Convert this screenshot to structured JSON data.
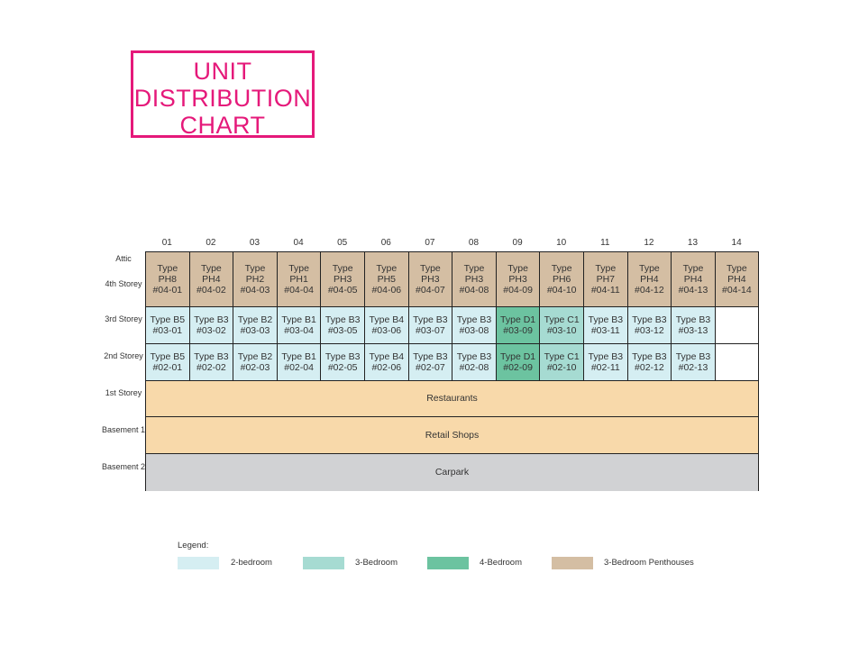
{
  "title": [
    "UNIT",
    "DISTRIBUTION",
    "CHART"
  ],
  "colors": {
    "penthouse": "#d4bea3",
    "two_bed": "#d5eef2",
    "three_bed": "#a6dbd2",
    "four_bed": "#6cc3a0",
    "commercial": "#f8d9aa",
    "carpark": "#d1d2d4",
    "title": "#e5197a"
  },
  "columns": [
    "01",
    "02",
    "03",
    "04",
    "05",
    "06",
    "07",
    "08",
    "09",
    "10",
    "11",
    "12",
    "13",
    "14"
  ],
  "row_labels": {
    "attic": "Attic",
    "fourth": "4th Storey",
    "third": "3rd Storey",
    "second": "2nd Storey",
    "first": "1st Storey",
    "b1": "Basement 1",
    "b2": "Basement 2"
  },
  "fourth_storey": [
    {
      "type": "Type",
      "sub": "PH8",
      "unit": "#04-01"
    },
    {
      "type": "Type",
      "sub": "PH4",
      "unit": "#04-02"
    },
    {
      "type": "Type",
      "sub": "PH2",
      "unit": "#04-03"
    },
    {
      "type": "Type",
      "sub": "PH1",
      "unit": "#04-04"
    },
    {
      "type": "Type",
      "sub": "PH3",
      "unit": "#04-05"
    },
    {
      "type": "Type",
      "sub": "PH5",
      "unit": "#04-06"
    },
    {
      "type": "Type",
      "sub": "PH3",
      "unit": "#04-07"
    },
    {
      "type": "Type",
      "sub": "PH3",
      "unit": "#04-08"
    },
    {
      "type": "Type",
      "sub": "PH3",
      "unit": "#04-09"
    },
    {
      "type": "Type",
      "sub": "PH6",
      "unit": "#04-10"
    },
    {
      "type": "Type",
      "sub": "PH7",
      "unit": "#04-11"
    },
    {
      "type": "Type",
      "sub": "PH4",
      "unit": "#04-12"
    },
    {
      "type": "Type",
      "sub": "PH4",
      "unit": "#04-13"
    },
    {
      "type": "Type",
      "sub": "PH4",
      "unit": "#04-14"
    }
  ],
  "third_storey": [
    {
      "type": "Type B5",
      "unit": "#03-01",
      "cat": "two_bed"
    },
    {
      "type": "Type B3",
      "unit": "#03-02",
      "cat": "two_bed"
    },
    {
      "type": "Type B2",
      "unit": "#03-03",
      "cat": "two_bed"
    },
    {
      "type": "Type B1",
      "unit": "#03-04",
      "cat": "two_bed"
    },
    {
      "type": "Type B3",
      "unit": "#03-05",
      "cat": "two_bed"
    },
    {
      "type": "Type B4",
      "unit": "#03-06",
      "cat": "two_bed"
    },
    {
      "type": "Type B3",
      "unit": "#03-07",
      "cat": "two_bed"
    },
    {
      "type": "Type B3",
      "unit": "#03-08",
      "cat": "two_bed"
    },
    {
      "type": "Type D1",
      "unit": "#03-09",
      "cat": "four_bed"
    },
    {
      "type": "Type C1",
      "unit": "#03-10",
      "cat": "three_bed"
    },
    {
      "type": "Type B3",
      "unit": "#03-11",
      "cat": "two_bed"
    },
    {
      "type": "Type B3",
      "unit": "#03-12",
      "cat": "two_bed"
    },
    {
      "type": "Type B3",
      "unit": "#03-13",
      "cat": "two_bed"
    }
  ],
  "second_storey": [
    {
      "type": "Type B5",
      "unit": "#02-01",
      "cat": "two_bed"
    },
    {
      "type": "Type B3",
      "unit": "#02-02",
      "cat": "two_bed"
    },
    {
      "type": "Type B2",
      "unit": "#02-03",
      "cat": "two_bed"
    },
    {
      "type": "Type B1",
      "unit": "#02-04",
      "cat": "two_bed"
    },
    {
      "type": "Type B3",
      "unit": "#02-05",
      "cat": "two_bed"
    },
    {
      "type": "Type B4",
      "unit": "#02-06",
      "cat": "two_bed"
    },
    {
      "type": "Type B3",
      "unit": "#02-07",
      "cat": "two_bed"
    },
    {
      "type": "Type B3",
      "unit": "#02-08",
      "cat": "two_bed"
    },
    {
      "type": "Type D1",
      "unit": "#02-09",
      "cat": "four_bed"
    },
    {
      "type": "Type C1",
      "unit": "#02-10",
      "cat": "three_bed"
    },
    {
      "type": "Type B3",
      "unit": "#02-11",
      "cat": "two_bed"
    },
    {
      "type": "Type B3",
      "unit": "#02-12",
      "cat": "two_bed"
    },
    {
      "type": "Type B3",
      "unit": "#02-13",
      "cat": "two_bed"
    }
  ],
  "bands": {
    "first": "Restaurants",
    "b1": "Retail Shops",
    "b2": "Carpark"
  },
  "legend": {
    "title": "Legend:",
    "items": [
      {
        "label": "2-bedroom",
        "cat": "two_bed"
      },
      {
        "label": "3-Bedroom",
        "cat": "three_bed"
      },
      {
        "label": "4-Bedroom",
        "cat": "four_bed"
      },
      {
        "label": "3-Bedroom Penthouses",
        "cat": "penthouse"
      }
    ]
  }
}
